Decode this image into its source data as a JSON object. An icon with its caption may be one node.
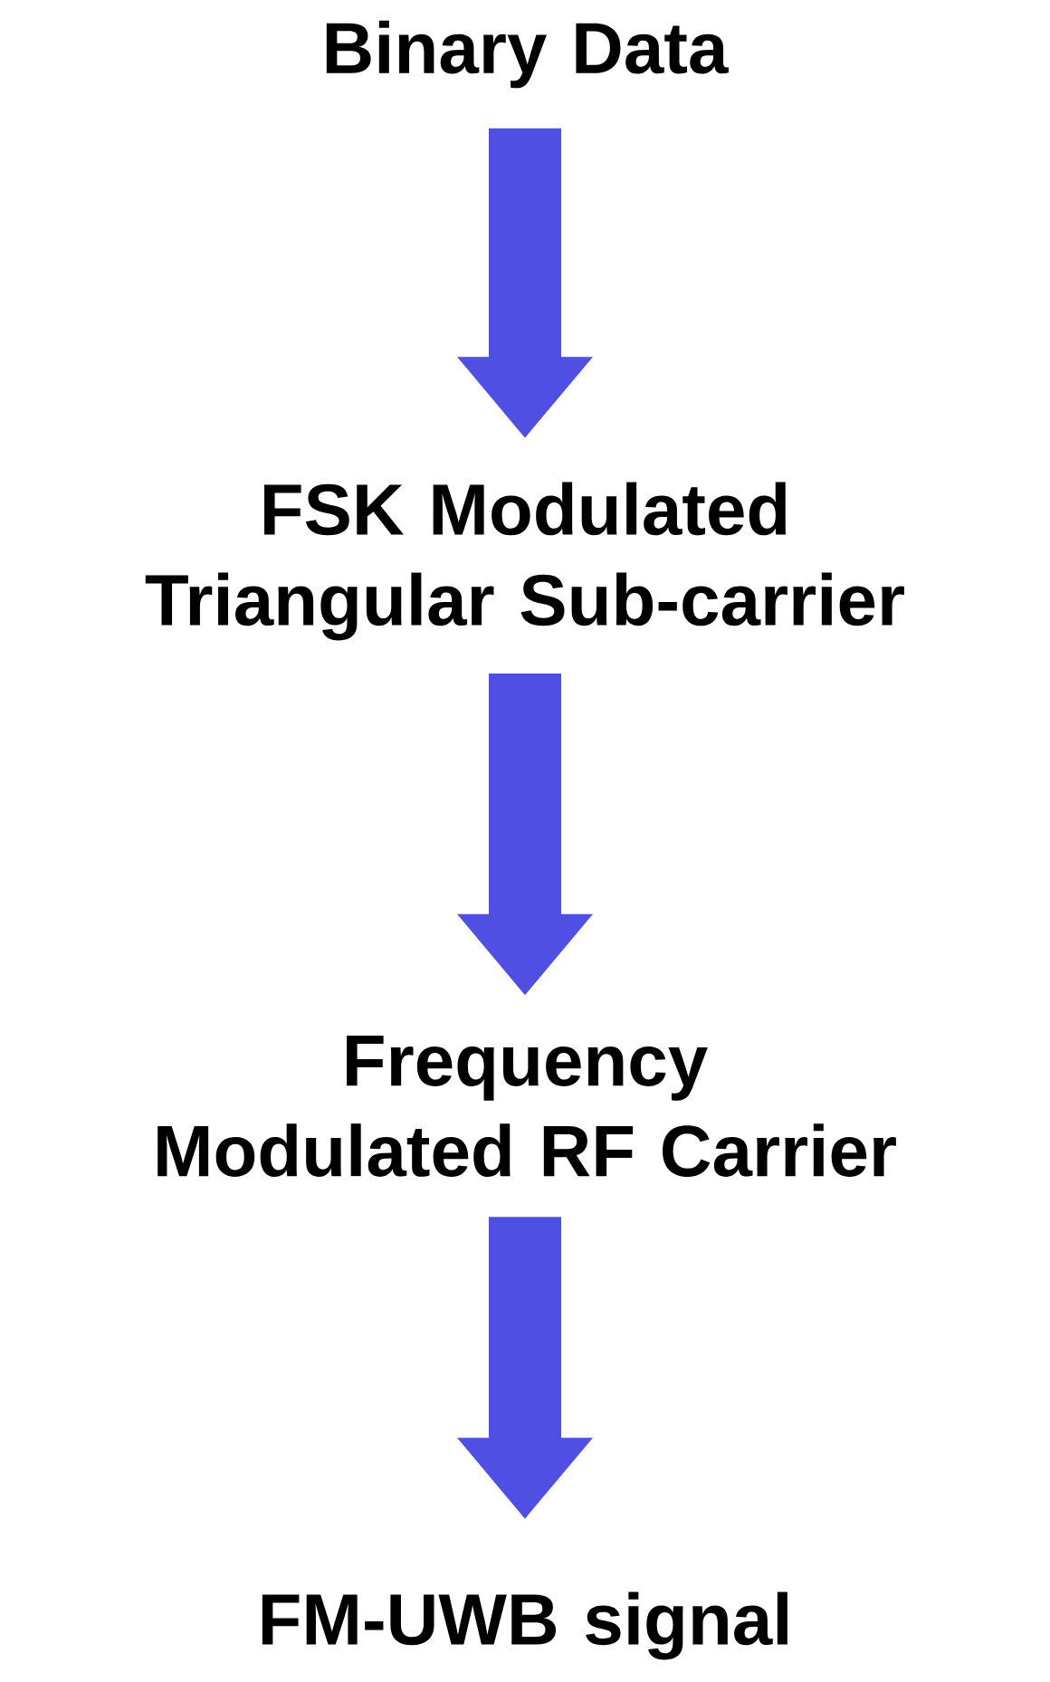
{
  "diagram": {
    "nodes": [
      {
        "text": [
          "Binary Data"
        ]
      },
      {
        "text": [
          "FSK Modulated Triangular Sub-carrier"
        ]
      },
      {
        "text": [
          "Frequency Modulated RF Carrier"
        ]
      },
      {
        "text": [
          "FM-UWB signal"
        ]
      }
    ],
    "edges": [
      {
        "from": 0,
        "to": 1,
        "arrow": "to"
      },
      {
        "from": 1,
        "to": 2,
        "arrow": "to"
      },
      {
        "from": 2,
        "to": 3,
        "arrow": "to"
      }
    ]
  }
}
